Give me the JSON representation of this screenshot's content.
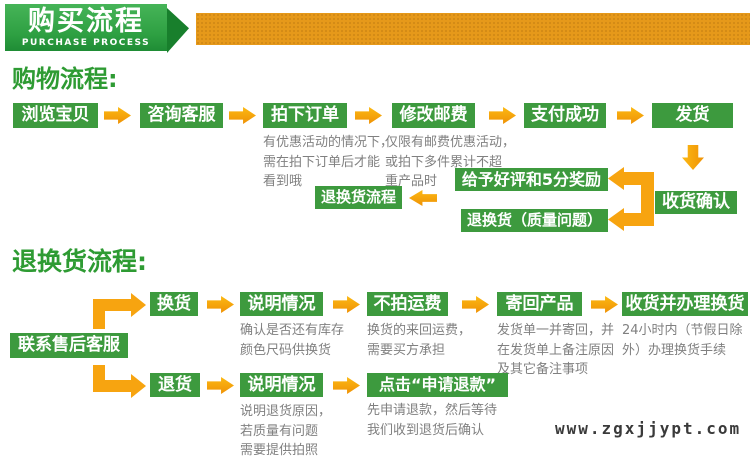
{
  "banner": {
    "title": "购买流程",
    "subtitle": "PURCHASE PROCESS"
  },
  "shopping": {
    "heading": "购物流程:",
    "steps": [
      "浏览宝贝",
      "咨询客服",
      "拍下订单",
      "修改邮费",
      "支付成功",
      "发货"
    ],
    "order_note": "有优惠活动的情况下，\n需在拍下订单后才能\n看到哦",
    "postage_note": "仅限有邮费优惠活动，\n或拍下多件累计不超\n重产品时",
    "confirm_receipt": "收货确认",
    "give_praise": "给予好评和5分奖励",
    "return_quality": "退换货（质量问题）",
    "return_process_link": "退换货流程"
  },
  "returns": {
    "heading": "退换货流程:",
    "contact": "联系售后客服",
    "exchange": {
      "steps": [
        "换货",
        "说明情况",
        "不拍运费",
        "寄回产品",
        "收货并办理换货"
      ],
      "notes": [
        "确认是否还有库存\n颜色尺码供换货",
        "换货的来回运费，\n需要买方承担",
        "发货单一并寄回，并\n在发货单上备注原因\n及其它备注事项",
        "24小时内（节假日除\n外）办理换货手续"
      ]
    },
    "refund": {
      "steps": [
        "退货",
        "说明情况",
        "点击“申请退款”"
      ],
      "notes": [
        "说明退货原因，\n若质量有问题\n需要提供拍照",
        "先申请退款，然后等待\n我们收到退货后确认"
      ]
    }
  },
  "footer": {
    "website": "www.zgxjjypt.com"
  },
  "colors": {
    "box_green": "#3d9a3e",
    "banner_green": "#2ea042",
    "banner_dark_green": "#187f2c",
    "bar_orange": "#e6991a",
    "arrow_orange": "#f7a410",
    "heading_green": "#2e9b33",
    "note_gray": "#808080"
  }
}
